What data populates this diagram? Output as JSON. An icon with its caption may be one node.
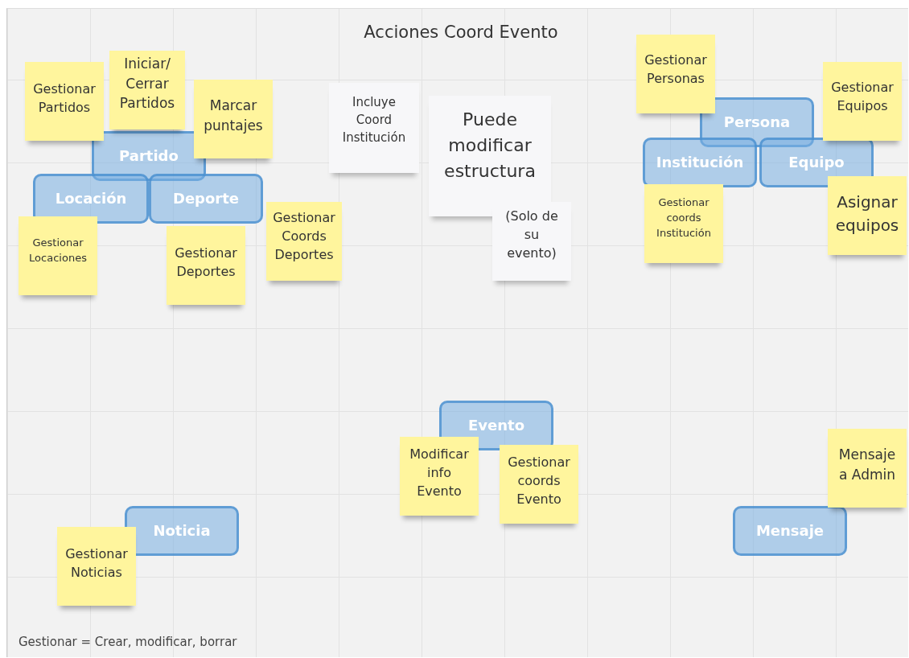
{
  "diagram": {
    "title": "Acciones Coord Evento",
    "nodes": [
      {
        "text": [
          "Gestionar Partidos"
        ]
      },
      {
        "text": [
          "Iniciar/ Cerrar Partidos"
        ]
      },
      {
        "text": [
          "Marcar puntajes"
        ]
      },
      {
        "text": [
          "Partido"
        ]
      },
      {
        "text": [
          "Locación"
        ]
      },
      {
        "text": [
          "Deporte"
        ]
      },
      {
        "text": [
          "Gestionar Locaciones"
        ]
      },
      {
        "text": [
          "Gestionar Deportes"
        ]
      },
      {
        "text": [
          "Gestionar Coords Deportes"
        ]
      },
      {
        "text": [
          "Incluye Coord Institución"
        ]
      },
      {
        "text": [
          "Puede modificar estructura"
        ]
      },
      {
        "text": [
          "(Solo de su evento)"
        ]
      },
      {
        "text": [
          "Gestionar Personas"
        ]
      },
      {
        "text": [
          "Gestionar Equipos"
        ]
      },
      {
        "text": [
          "Persona"
        ]
      },
      {
        "text": [
          "Institución"
        ]
      },
      {
        "text": [
          "Equipo"
        ]
      },
      {
        "text": [
          "Gestionar coords Institución"
        ]
      },
      {
        "text": [
          "Asignar equipos"
        ]
      },
      {
        "text": [
          "Evento"
        ]
      },
      {
        "text": [
          "Modificar info Evento"
        ]
      },
      {
        "text": [
          "Gestionar coords Evento"
        ]
      },
      {
        "text": [
          "Mensaje a Admin"
        ]
      },
      {
        "text": [
          "Noticia"
        ]
      },
      {
        "text": [
          "Mensaje"
        ]
      },
      {
        "text": [
          "Gestionar Noticias"
        ]
      }
    ],
    "labels": [
      "Gestionar = Crear, modificar, borrar"
    ]
  }
}
